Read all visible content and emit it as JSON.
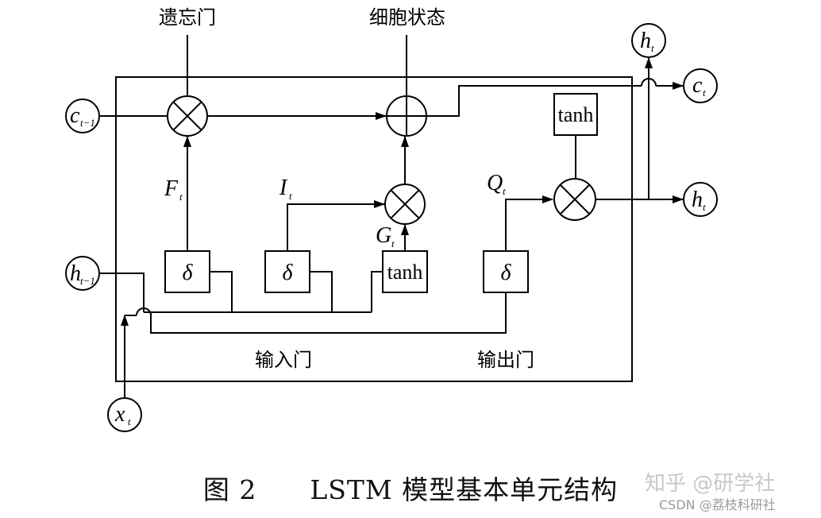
{
  "labels": {
    "forget_gate": "遗忘门",
    "cell_state": "细胞状态",
    "input_gate": "输入门",
    "output_gate": "输出门"
  },
  "variables": {
    "c_prev": {
      "base": "c",
      "sub": "t−1"
    },
    "h_prev": {
      "base": "h",
      "sub": "t−1"
    },
    "x_t": {
      "base": "x",
      "sub": "t"
    },
    "c_t": {
      "base": "c",
      "sub": "t"
    },
    "h_t_top": {
      "base": "h",
      "sub": "t"
    },
    "h_t_right": {
      "base": "h",
      "sub": "t"
    },
    "F_t": {
      "base": "F",
      "sub": "t"
    },
    "I_t": {
      "base": "I",
      "sub": "t"
    },
    "G_t": {
      "base": "G",
      "sub": "t"
    },
    "Q_t": {
      "base": "Q",
      "sub": "t"
    }
  },
  "boxes": {
    "sigma_forget": "δ",
    "sigma_input": "δ",
    "tanh_candidate": "tanh",
    "sigma_output": "δ",
    "tanh_output": "tanh"
  },
  "caption": {
    "figure_number": "图 2",
    "title": "LSTM 模型基本单元结构"
  },
  "watermark": {
    "main": "知乎 @研学社",
    "sub": "CSDN @荔枝科研社"
  }
}
